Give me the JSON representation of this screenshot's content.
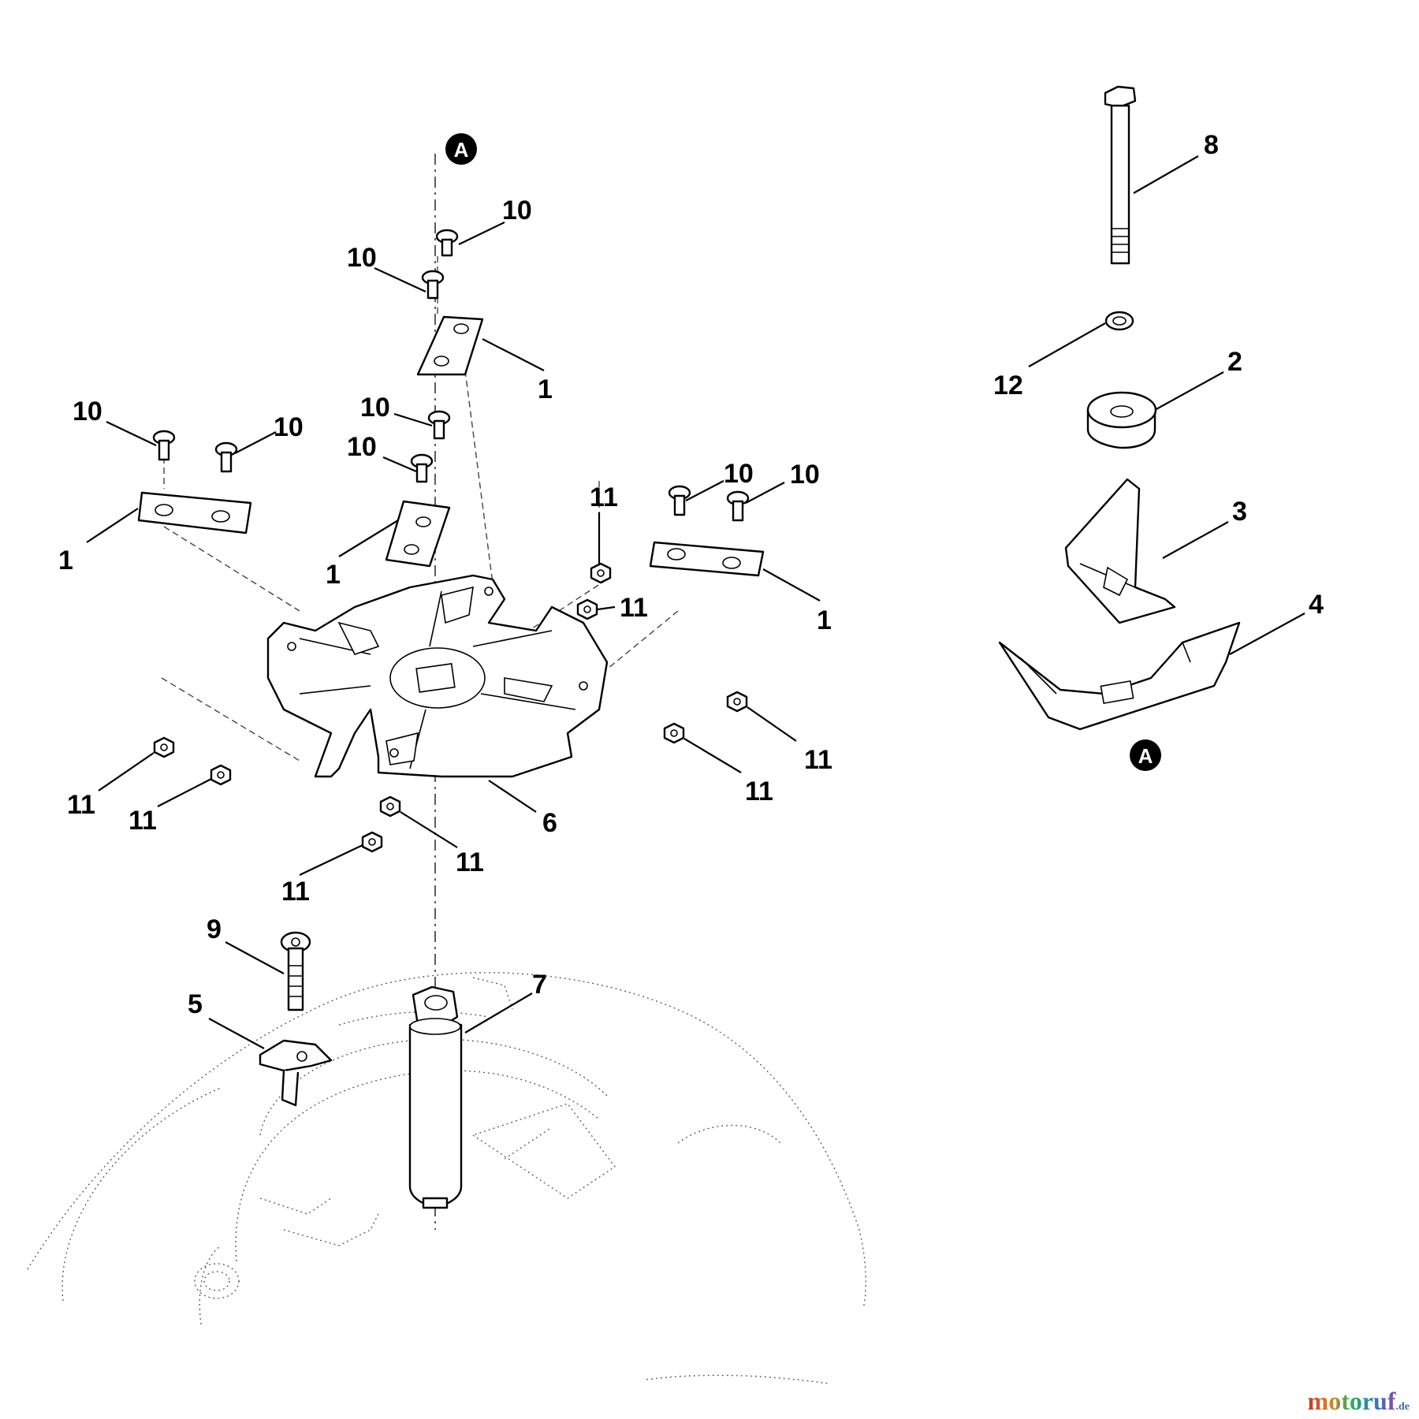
{
  "diagram": {
    "reference_marker": "A",
    "callouts": {
      "c1a": "1",
      "c1b": "1",
      "c1c": "1",
      "c1d": "1",
      "c2": "2",
      "c3": "3",
      "c4": "4",
      "c5": "5",
      "c6": "6",
      "c7": "7",
      "c8": "8",
      "c9": "9",
      "c10a": "10",
      "c10b": "10",
      "c10c": "10",
      "c10d": "10",
      "c10e": "10",
      "c10f": "10",
      "c10g": "10",
      "c10h": "10",
      "c11a": "11",
      "c11b": "11",
      "c11c": "11",
      "c11d": "11",
      "c11e": "11",
      "c11f": "11",
      "c11g": "11",
      "c11h": "11",
      "c12": "12"
    }
  },
  "watermark": {
    "brand": "motoruf",
    "tld": ".de"
  }
}
